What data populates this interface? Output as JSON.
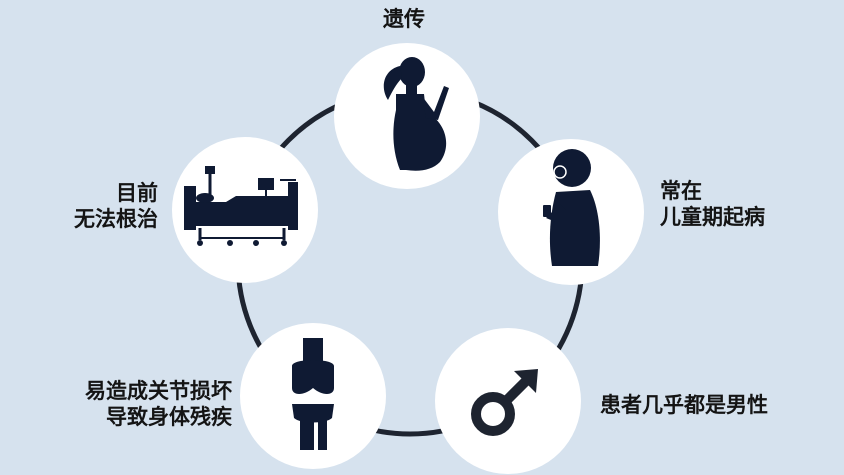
{
  "colors": {
    "background": "#d6e2ee",
    "ring": "#1e2430",
    "node_fill": "#ffffff",
    "icon": "#0f1a33",
    "text": "#141414"
  },
  "nodes": [
    {
      "id": "heredity",
      "icon": "pregnant-woman-icon",
      "label_lines": [
        "遗传"
      ]
    },
    {
      "id": "childhood",
      "icon": "child-with-phone-icon",
      "label_lines": [
        "常在",
        "儿童期起病"
      ]
    },
    {
      "id": "male",
      "icon": "male-symbol-icon",
      "label_lines": [
        "患者几乎都是男性"
      ]
    },
    {
      "id": "joint",
      "icon": "knee-joint-icon",
      "label_lines": [
        "易造成关节损坏",
        "导致身体残疾"
      ]
    },
    {
      "id": "incurable",
      "icon": "hospital-bed-icon",
      "label_lines": [
        "目前",
        "无法根治"
      ]
    }
  ]
}
